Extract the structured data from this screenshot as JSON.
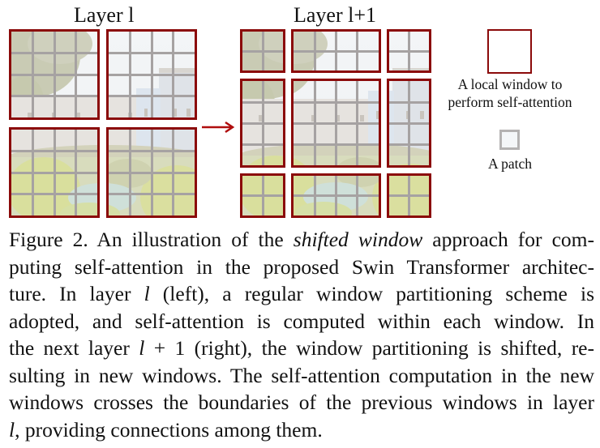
{
  "figure": {
    "left_title": "Layer l",
    "right_title": "Layer l+1",
    "border_color": "#8b0a0a",
    "patch_line_color": "#a6a2a2",
    "left_layer": {
      "grid": "2x2 windows",
      "windows": [
        {
          "name": "top-left",
          "patch_cols": 4,
          "patch_rows": 4
        },
        {
          "name": "top-right",
          "patch_cols": 4,
          "patch_rows": 4
        },
        {
          "name": "bottom-left",
          "patch_cols": 4,
          "patch_rows": 4
        },
        {
          "name": "bottom-right",
          "patch_cols": 4,
          "patch_rows": 4
        }
      ]
    },
    "right_layer": {
      "grid": "3x3 shifted windows",
      "windows": [
        {
          "name": "r1c1",
          "patch_cols": 2,
          "patch_rows": 2
        },
        {
          "name": "r1c2",
          "patch_cols": 4,
          "patch_rows": 2
        },
        {
          "name": "r1c3",
          "patch_cols": 2,
          "patch_rows": 2
        },
        {
          "name": "r2c1",
          "patch_cols": 2,
          "patch_rows": 4
        },
        {
          "name": "r2c2",
          "patch_cols": 4,
          "patch_rows": 4
        },
        {
          "name": "r2c3",
          "patch_cols": 2,
          "patch_rows": 4
        },
        {
          "name": "r3c1",
          "patch_cols": 2,
          "patch_rows": 2
        },
        {
          "name": "r3c2",
          "patch_cols": 4,
          "patch_rows": 2
        },
        {
          "name": "r3c3",
          "patch_cols": 2,
          "patch_rows": 2
        }
      ]
    },
    "arrow": "right-arrow",
    "legend": {
      "window_label_line1": "A local window to",
      "window_label_line2": "perform self-attention",
      "patch_label": "A patch"
    }
  },
  "caption": {
    "lines": [
      [
        {
          "t": "Figure 2. An illustration of the "
        },
        {
          "t": "shifted window",
          "i": true
        },
        {
          "t": " approach for com-"
        }
      ],
      [
        {
          "t": "puting self-attention in the proposed Swin Transformer architec-"
        }
      ],
      [
        {
          "t": "ture.  In layer "
        },
        {
          "t": "l",
          "i": true
        },
        {
          "t": " (left), a regular window partitioning scheme is"
        }
      ],
      [
        {
          "t": "adopted, and self-attention is computed within each window.  In"
        }
      ],
      [
        {
          "t": "the next layer "
        },
        {
          "t": "l",
          "i": true
        },
        {
          "t": " + 1 (right), the window partitioning is shifted, re-"
        }
      ],
      [
        {
          "t": "sulting in new windows. The self-attention computation in the new"
        }
      ],
      [
        {
          "t": "windows crosses the boundaries of the previous windows in layer"
        }
      ],
      [
        {
          "t": "l",
          "i": true
        },
        {
          "t": ", providing connections among them."
        }
      ]
    ]
  }
}
